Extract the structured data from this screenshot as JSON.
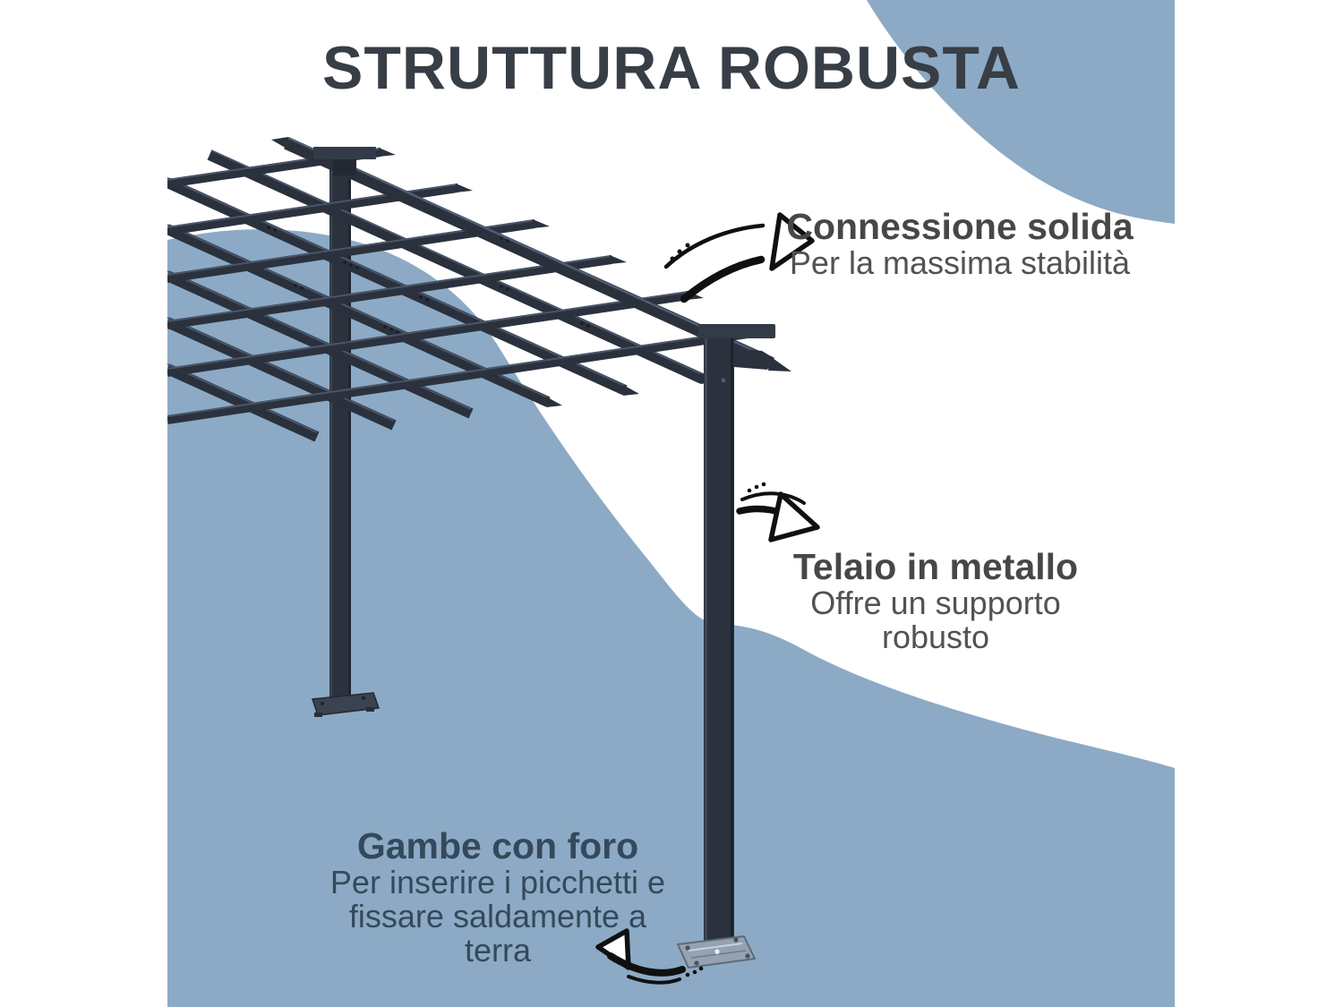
{
  "title": "STRUTTURA ROBUSTA",
  "annotations": [
    {
      "id": "connection",
      "heading": "Connessione solida",
      "body_lines": [
        "Per la massima stabilità"
      ]
    },
    {
      "id": "frame",
      "heading": "Telaio in metallo",
      "body_lines": [
        "Offre un supporto",
        "robusto"
      ]
    },
    {
      "id": "legs",
      "heading": "Gambe con foro",
      "body_lines": [
        "Per inserire i picchetti e",
        "fissare saldamente a terra"
      ]
    }
  ],
  "illustration": {
    "subject": "pergola con struttura in metallo",
    "frame_color": "#2B323E",
    "accent_blue": "#8CAAC5",
    "base_plate_silver": "#94A2B2",
    "arrow_color": "#101010",
    "arrows": [
      {
        "name": "curved-arrow-up-right-icon",
        "points_to": "Connessione solida"
      },
      {
        "name": "curved-arrow-down-right-icon",
        "points_to": "Telaio in metallo"
      },
      {
        "name": "curved-arrow-left-icon",
        "points_to": "Gambe con foro"
      }
    ]
  },
  "text_colors": {
    "title": "#383E46",
    "heading": "#474747",
    "body": "#525252",
    "on_blue": "#35495C"
  }
}
